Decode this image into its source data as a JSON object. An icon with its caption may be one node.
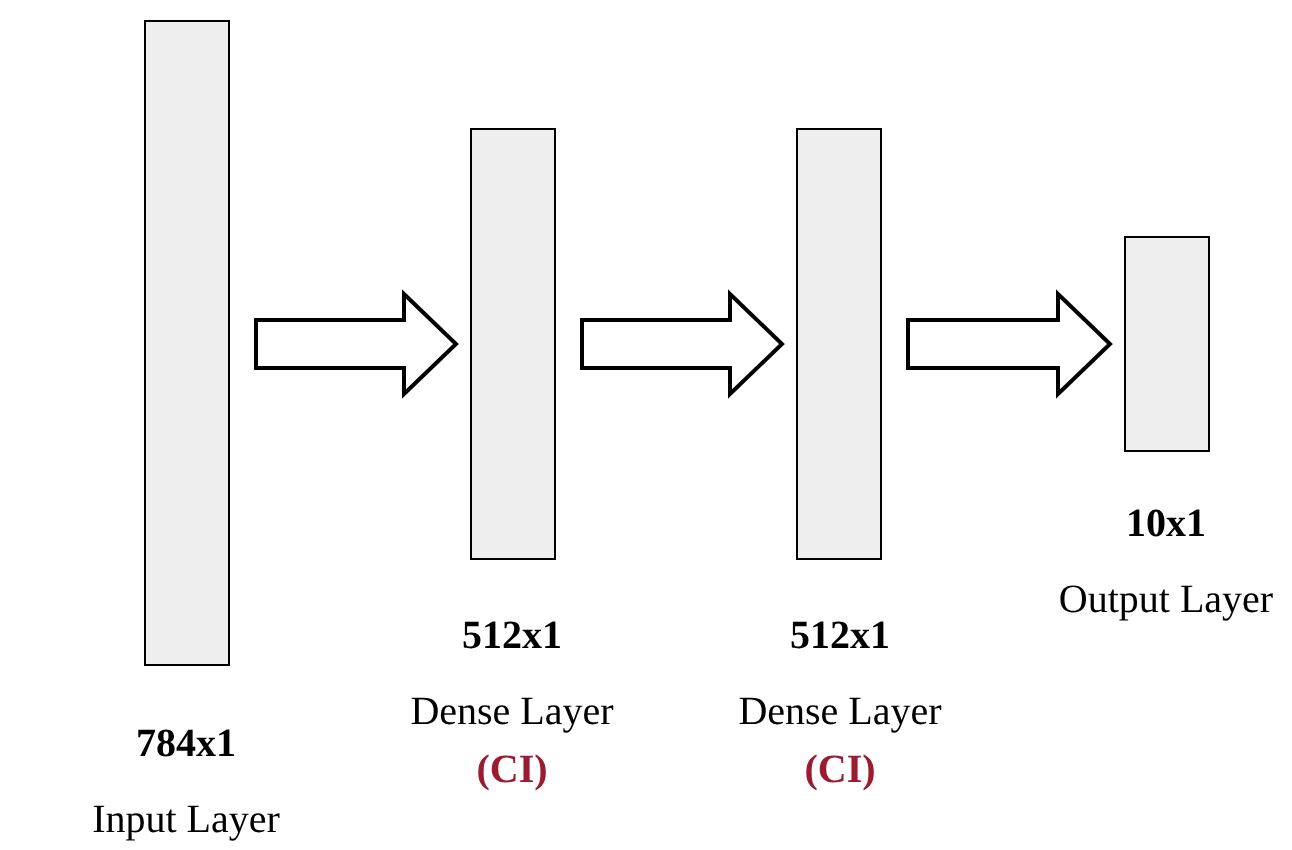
{
  "diagram": {
    "nodes": [
      {
        "text": [],
        "shape": "bar",
        "beside": [
          "784x1",
          "Input Layer"
        ]
      },
      {
        "text": [],
        "shape": "bar",
        "beside": [
          "512x1",
          "Dense Layer",
          "(CI)"
        ]
      },
      {
        "text": [],
        "shape": "bar",
        "beside": [
          "512x1",
          "Dense Layer",
          "(CI)"
        ]
      },
      {
        "text": [],
        "shape": "bar",
        "beside": [
          "10x1",
          "Output Layer"
        ]
      }
    ],
    "edges": [
      {
        "from": 0,
        "to": 1,
        "arrow": "to"
      },
      {
        "from": 1,
        "to": 2,
        "arrow": "to"
      },
      {
        "from": 2,
        "to": 3,
        "arrow": "to"
      }
    ]
  }
}
